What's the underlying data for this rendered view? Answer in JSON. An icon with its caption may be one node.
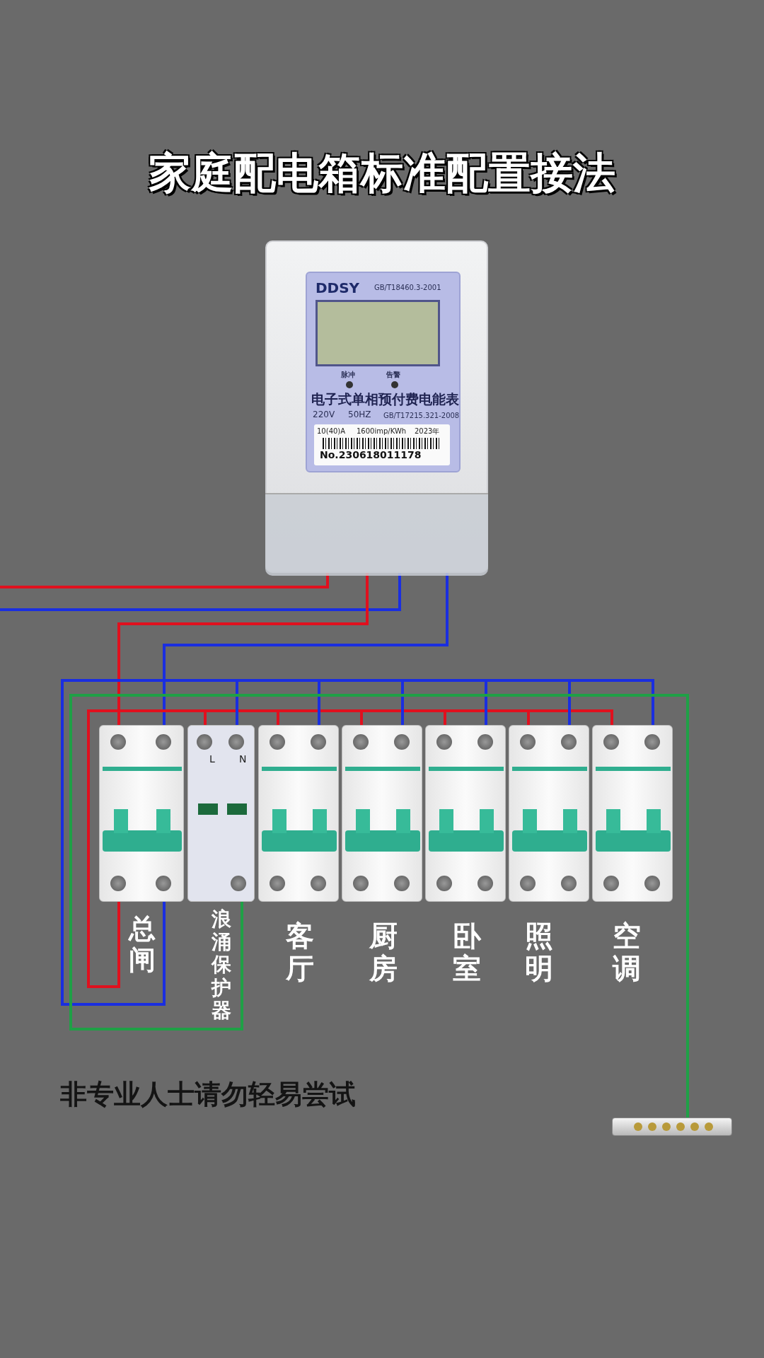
{
  "diagram": {
    "title": "家庭配电箱标准配置接法",
    "nodes": [
      {
        "text": [
          "DDSY",
          "GB/T18460.3-2001",
          "脉冲",
          "告警",
          "电子式单相预付费电能表",
          "220V",
          "50HZ",
          "GB/T17215.321-2008",
          "10(40)A",
          "1600imp/KWh",
          "2023年",
          "No.230618011178"
        ]
      },
      {
        "text": [],
        "shape": "picture",
        "beside": [
          "总闸"
        ]
      },
      {
        "text": [
          "L",
          "N"
        ],
        "beside": [
          "浪涌保护器"
        ]
      },
      {
        "text": [],
        "shape": "picture",
        "beside": [
          "客厅"
        ]
      },
      {
        "text": [],
        "shape": "picture",
        "beside": [
          "厨房"
        ]
      },
      {
        "text": [],
        "shape": "picture",
        "beside": [
          "卧室"
        ]
      },
      {
        "text": [],
        "shape": "picture",
        "beside": [
          "照明"
        ]
      },
      {
        "text": [],
        "shape": "picture",
        "beside": [
          "空调"
        ]
      },
      {
        "text": [],
        "shape": "bar"
      }
    ],
    "edges": [
      {
        "from": null,
        "to": 0,
        "arrow": "none",
        "color": "#e0101e"
      },
      {
        "from": null,
        "to": 0,
        "arrow": "none",
        "color": "#1a2ee0"
      },
      {
        "from": 0,
        "to": 1,
        "arrow": "none",
        "color": "#e0101e"
      },
      {
        "from": 0,
        "to": 1,
        "arrow": "none",
        "color": "#1a2ee0"
      },
      {
        "from": 1,
        "to": 2,
        "arrow": "none",
        "color": "#e0101e"
      },
      {
        "from": 1,
        "to": 3,
        "arrow": "none",
        "color": "#e0101e"
      },
      {
        "from": 1,
        "to": 4,
        "arrow": "none",
        "color": "#e0101e"
      },
      {
        "from": 1,
        "to": 5,
        "arrow": "none",
        "color": "#e0101e"
      },
      {
        "from": 1,
        "to": 6,
        "arrow": "none",
        "color": "#e0101e"
      },
      {
        "from": 1,
        "to": 7,
        "arrow": "none",
        "color": "#e0101e"
      },
      {
        "from": 1,
        "to": 2,
        "arrow": "none",
        "color": "#1a2ee0"
      },
      {
        "from": 1,
        "to": 3,
        "arrow": "none",
        "color": "#1a2ee0"
      },
      {
        "from": 1,
        "to": 4,
        "arrow": "none",
        "color": "#1a2ee0"
      },
      {
        "from": 1,
        "to": 5,
        "arrow": "none",
        "color": "#1a2ee0"
      },
      {
        "from": 1,
        "to": 6,
        "arrow": "none",
        "color": "#1a2ee0"
      },
      {
        "from": 1,
        "to": 7,
        "arrow": "none",
        "color": "#1a2ee0"
      },
      {
        "from": 2,
        "to": 8,
        "arrow": "none",
        "color": "#1fa046"
      }
    ],
    "labels": [
      "非专业人士请勿轻易尝试"
    ]
  }
}
